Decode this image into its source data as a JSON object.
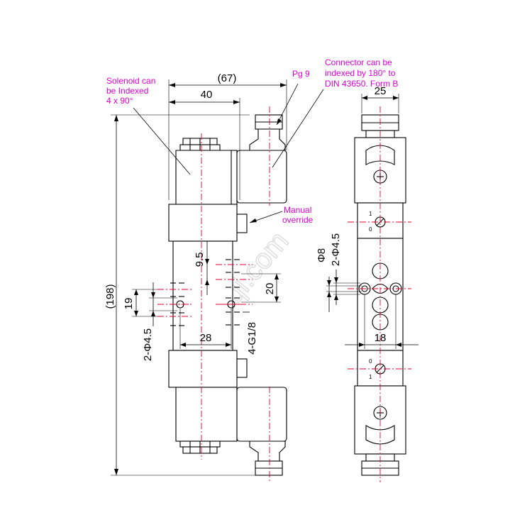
{
  "colors": {
    "annotation": "#e000d8",
    "centerline": "#e4002b",
    "outline": "#000000"
  },
  "watermark": "uyiqi.com",
  "callouts": {
    "solenoid_indexed": [
      "Solenoid can",
      "be Indexed",
      "4 x 90°"
    ],
    "pg9": "Pg 9",
    "connector_indexed": [
      "Connector can be",
      "indexed by 180° to",
      "DIN 43650. Form B"
    ],
    "manual_override": [
      "Manual",
      "override"
    ]
  },
  "dimensions": {
    "overall_width": "(67)",
    "body_width": "40",
    "overall_height": "(198)",
    "port_pitch_a": "19",
    "port_offset": "9.5",
    "port_pitch_b": "20",
    "mount_hole_spacing": "28",
    "ports_thread": "4-G1/8",
    "mount_holes_front": "2-Φ4.5",
    "side_width": "25",
    "side_port_dia": "Φ8",
    "mount_holes_side": "2-Φ4.5",
    "side_port_spacing": "18"
  },
  "override_labels": {
    "top_1": "1",
    "top_0": "0",
    "bottom_0": "0",
    "bottom_1": "1"
  }
}
